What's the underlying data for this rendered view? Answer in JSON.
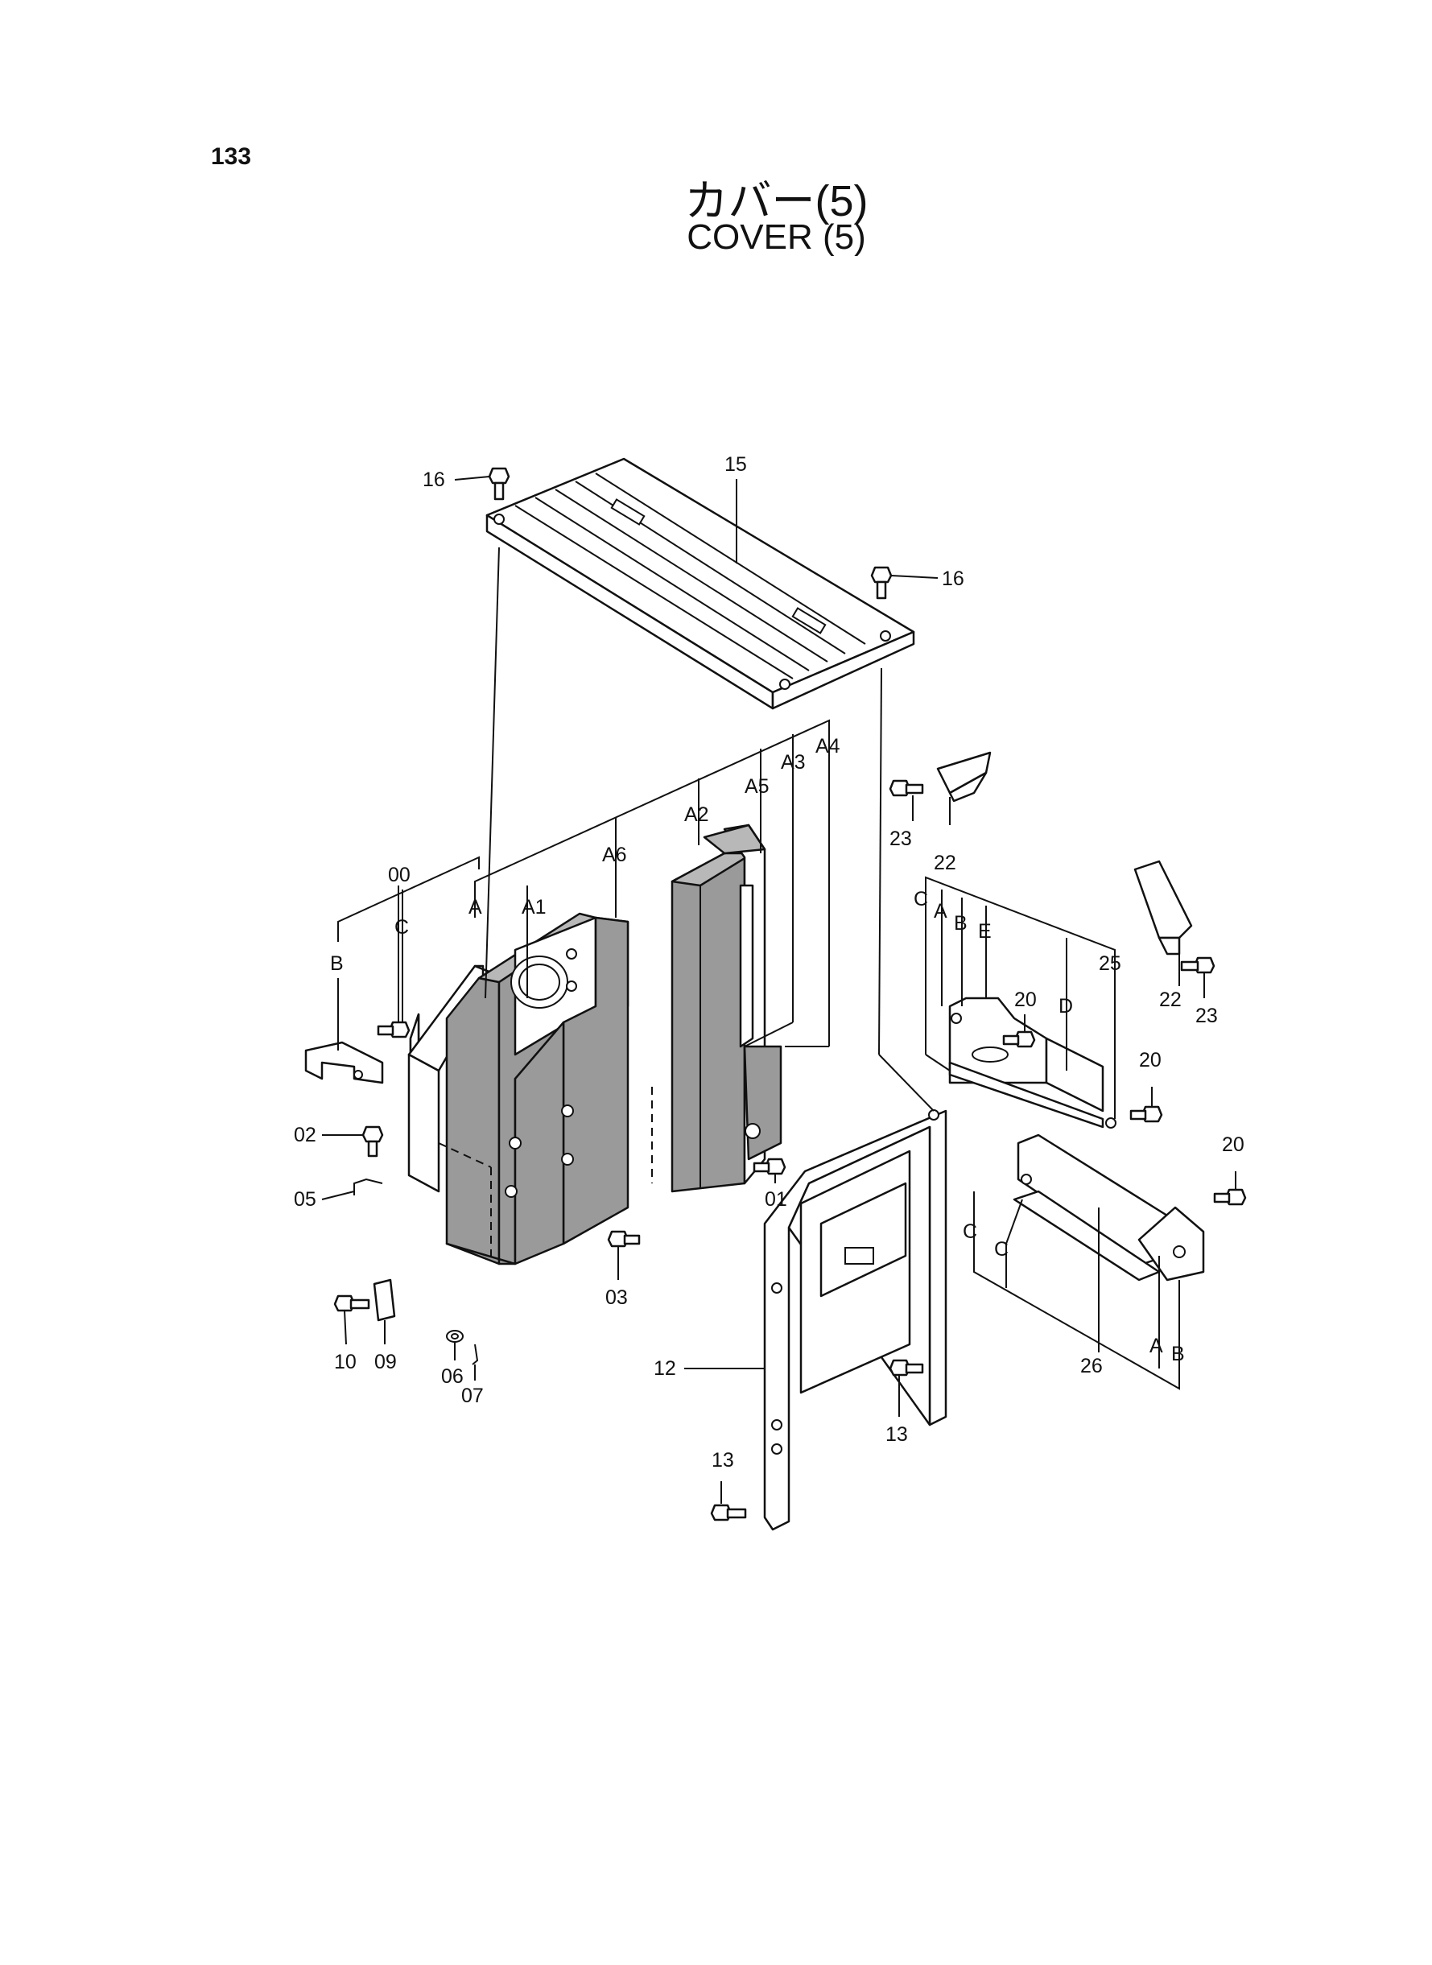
{
  "page": {
    "number": "133"
  },
  "title": {
    "japanese": "カバー(5)",
    "english": "COVER (5)"
  },
  "callouts": {
    "c16a": "16",
    "c16b": "16",
    "c15": "15",
    "cA4": "A4",
    "cA3": "A3",
    "cA5": "A5",
    "cA2": "A2",
    "cA6": "A6",
    "cA1": "A1",
    "cA": "A",
    "c00": "00",
    "cC": "C",
    "cB": "B",
    "c02": "02",
    "c05": "05",
    "c01": "01",
    "c03": "03",
    "c10": "10",
    "c09": "09",
    "c06": "06",
    "c07": "07",
    "c12": "12",
    "c13a": "13",
    "c13b": "13",
    "c23a": "23",
    "c22a": "22",
    "cRC": "C",
    "cRA": "A",
    "cRB": "B",
    "cRE": "E",
    "c20a": "20",
    "cRD": "D",
    "c25": "25",
    "c22b": "22",
    "c23b": "23",
    "c20b": "20",
    "c20c": "20",
    "cLC1": "C",
    "cLC2": "C",
    "c26": "26",
    "cLA": "A",
    "cLB": "B"
  },
  "icons": [
    "bolt-icon",
    "washer-icon",
    "pin-icon"
  ]
}
